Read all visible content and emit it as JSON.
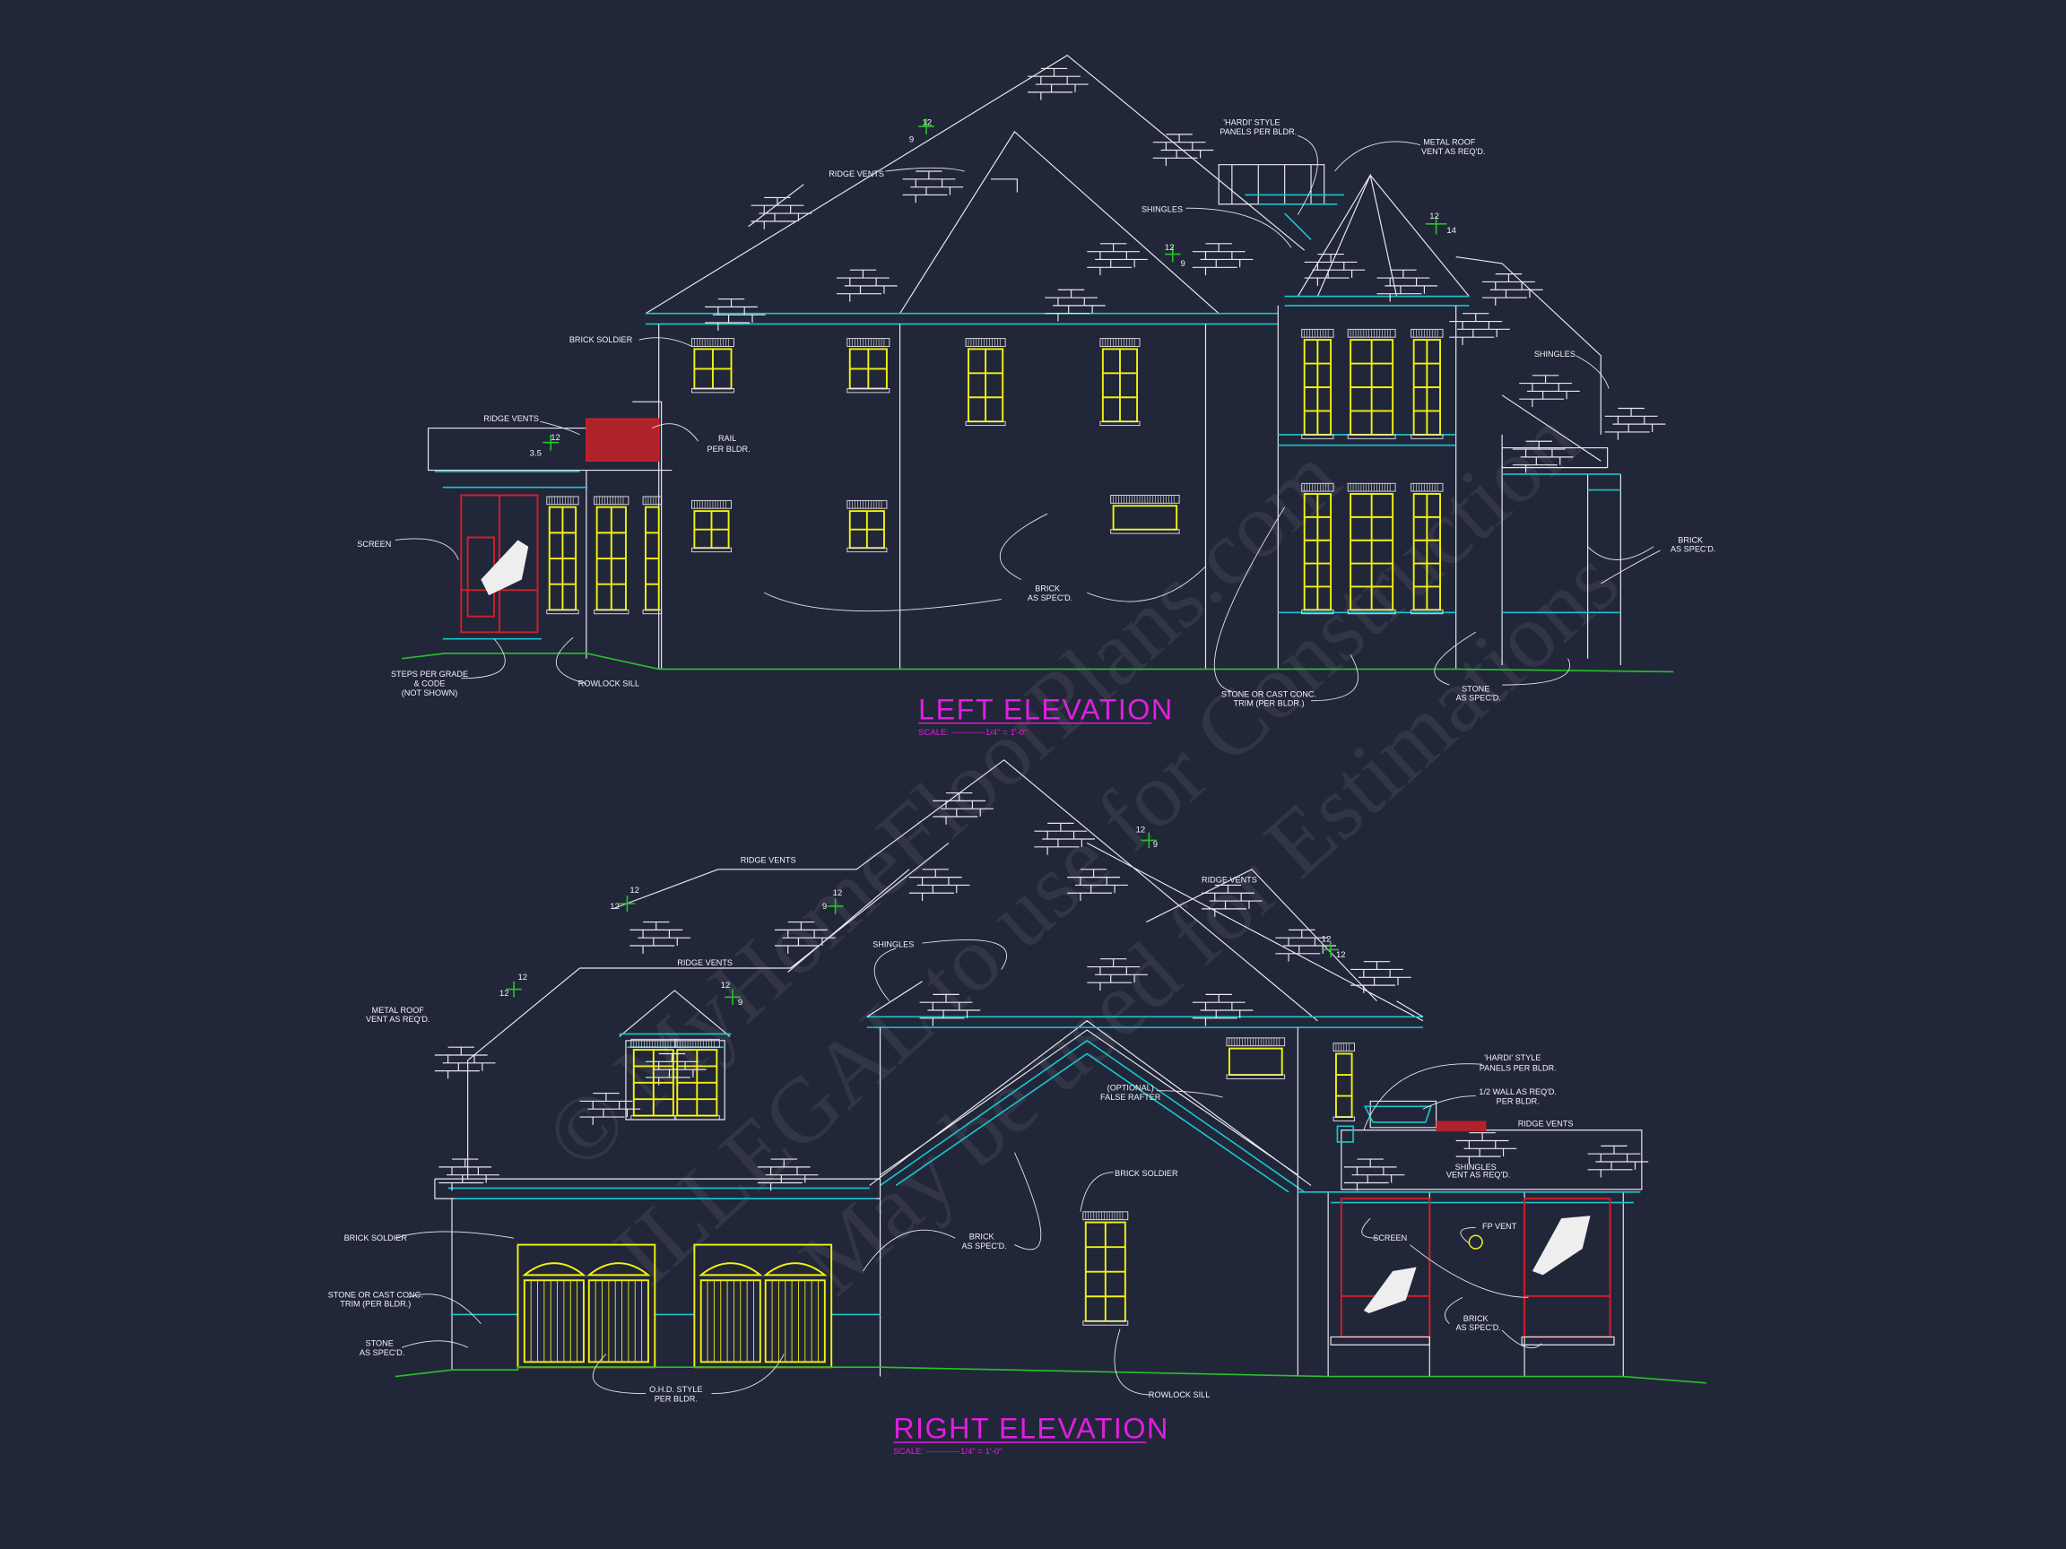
{
  "drawing": {
    "background": "#222639",
    "colors": {
      "lines": "#e8e8ee",
      "trim": "#19c6cf",
      "windows": "#f2f20f",
      "screen": "#d0202a",
      "grade": "#27c22a",
      "titles": "#e01fe0"
    },
    "watermark": {
      "line1": "© MyHomeFloorPlans.com",
      "line2": "ILLEGAL to use for Construction",
      "line3": "May be used for Estimations"
    }
  },
  "left_elevation": {
    "title": "LEFT ELEVATION",
    "scale": "SCALE: ------------1/4\" = 1'-0\"",
    "labels": [
      "RIDGE VENTS",
      "SHINGLES",
      "'HARDI' STYLE",
      "PANELS PER BLDR.",
      "METAL ROOF",
      "VENT AS REQ'D.",
      "BRICK SOLDIER",
      "SHINGLES",
      "RIDGE VENTS",
      "RAIL",
      "PER BLDR.",
      "SCREEN",
      "BRICK",
      "AS SPEC'D.",
      "BRICK",
      "AS SPEC'D.",
      "STEPS PER GRADE",
      "& CODE",
      "(NOT SHOWN)",
      "ROWLOCK SILL",
      "STONE OR CAST CONC.",
      "TRIM (PER BLDR.)",
      "STONE",
      "AS SPEC'D."
    ],
    "pitches": [
      [
        "12",
        "9"
      ],
      [
        "12",
        "3.5"
      ],
      [
        "12",
        "9"
      ],
      [
        "12",
        "14"
      ]
    ]
  },
  "right_elevation": {
    "title": "RIGHT ELEVATION",
    "scale": "SCALE: ------------1/4\" = 1'-0\"",
    "labels": [
      "RIDGE VENTS",
      "SHINGLES",
      "RIDGE VENTS",
      "RIDGE VENTS",
      "METAL ROOF",
      "VENT AS REQ'D.",
      "(OPTIONAL)",
      "FALSE RAFTER",
      "'HARDI' STYLE",
      "PANELS PER BLDR.",
      "1/2 WALL AS REQ'D.",
      "PER BLDR.",
      "RIDGE VENTS",
      "SHINGLES",
      "VENT AS REQ'D.",
      "BRICK SOLDIER",
      "BRICK SOLDIER",
      "SCREEN",
      "FP VENT",
      "BRICK",
      "AS SPEC'D.",
      "STONE OR CAST CONC.",
      "TRIM (PER BLDR.)",
      "STONE",
      "AS SPEC'D.",
      "BRICK",
      "AS SPEC'D.",
      "O.H.D. STYLE",
      "PER BLDR.",
      "ROWLOCK SILL"
    ],
    "pitches": [
      [
        "12",
        "12"
      ],
      [
        "12",
        "9"
      ],
      [
        "12",
        "12"
      ],
      [
        "12",
        "9"
      ],
      [
        "12",
        "9"
      ],
      [
        "12",
        "12"
      ]
    ]
  }
}
